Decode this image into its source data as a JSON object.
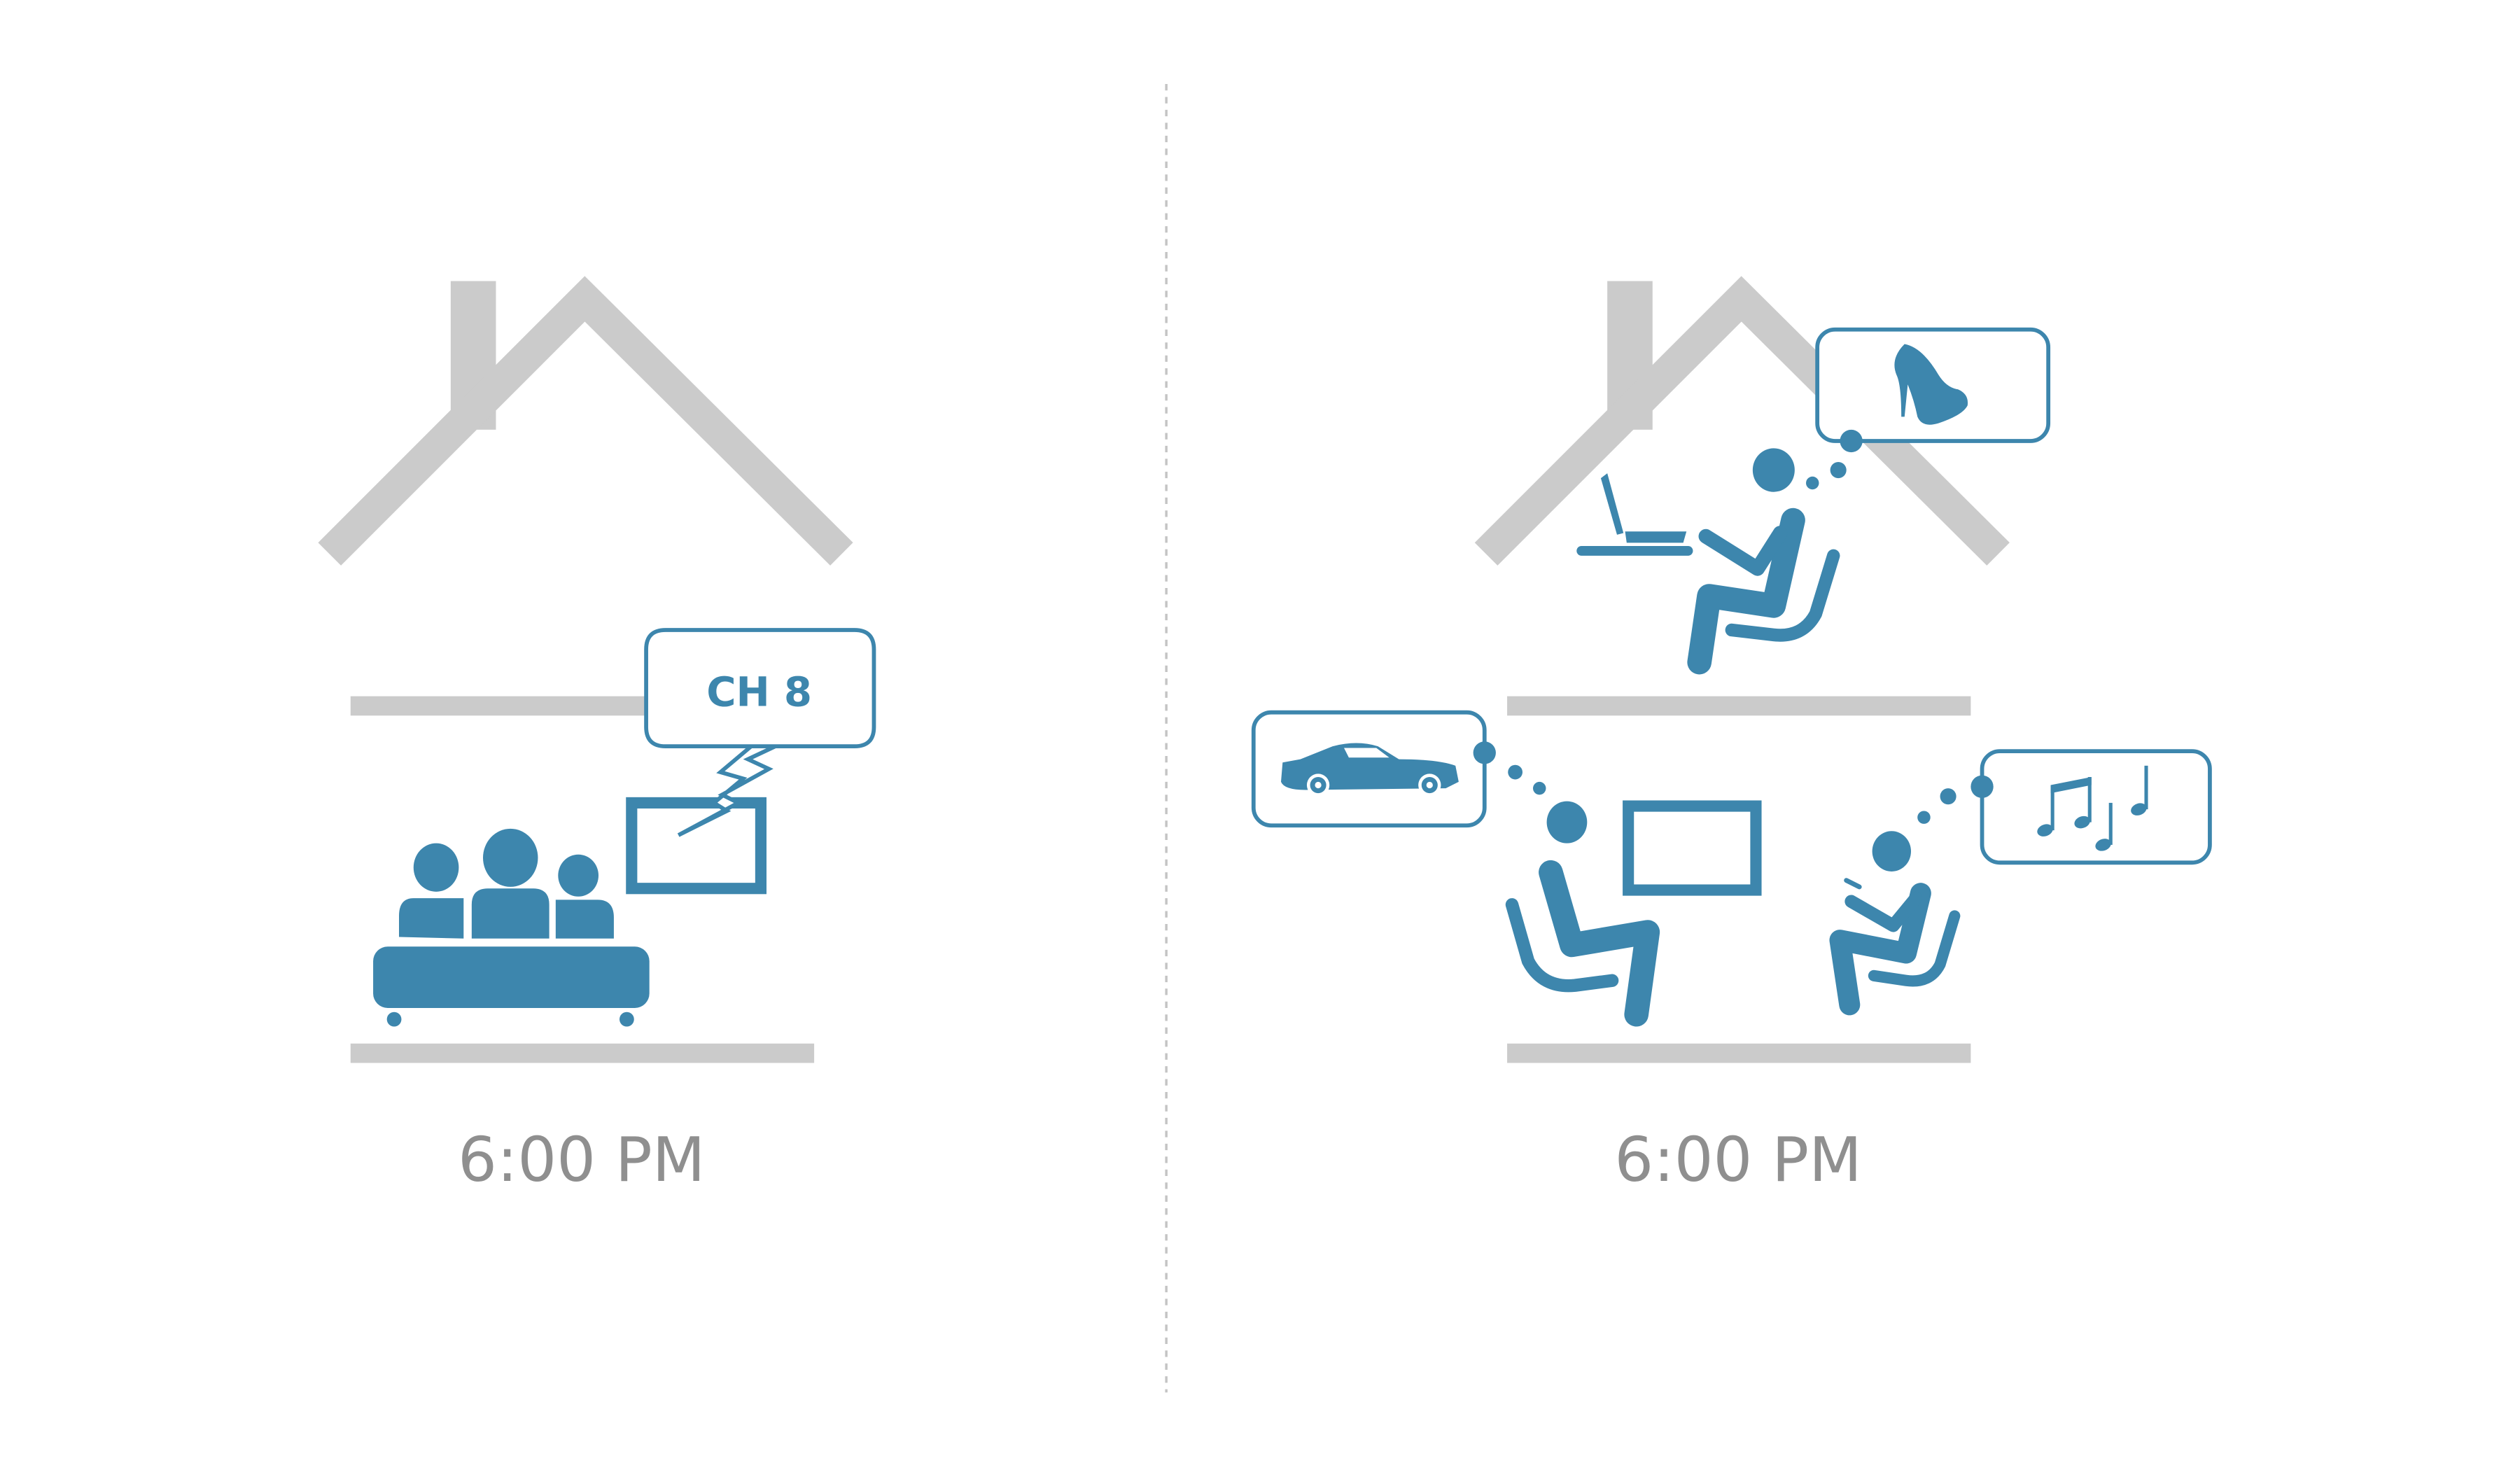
{
  "left_scene": {
    "bubble_text": "CH 8",
    "time": "6:00 PM"
  },
  "right_scene": {
    "time": "6:00 PM",
    "thoughts": [
      "shoe-icon",
      "car-icon",
      "music-notes-icon"
    ]
  },
  "colors": {
    "accent": "#3d86ad",
    "structure": "#cbcbcb",
    "time_text": "#8f8f8f"
  }
}
